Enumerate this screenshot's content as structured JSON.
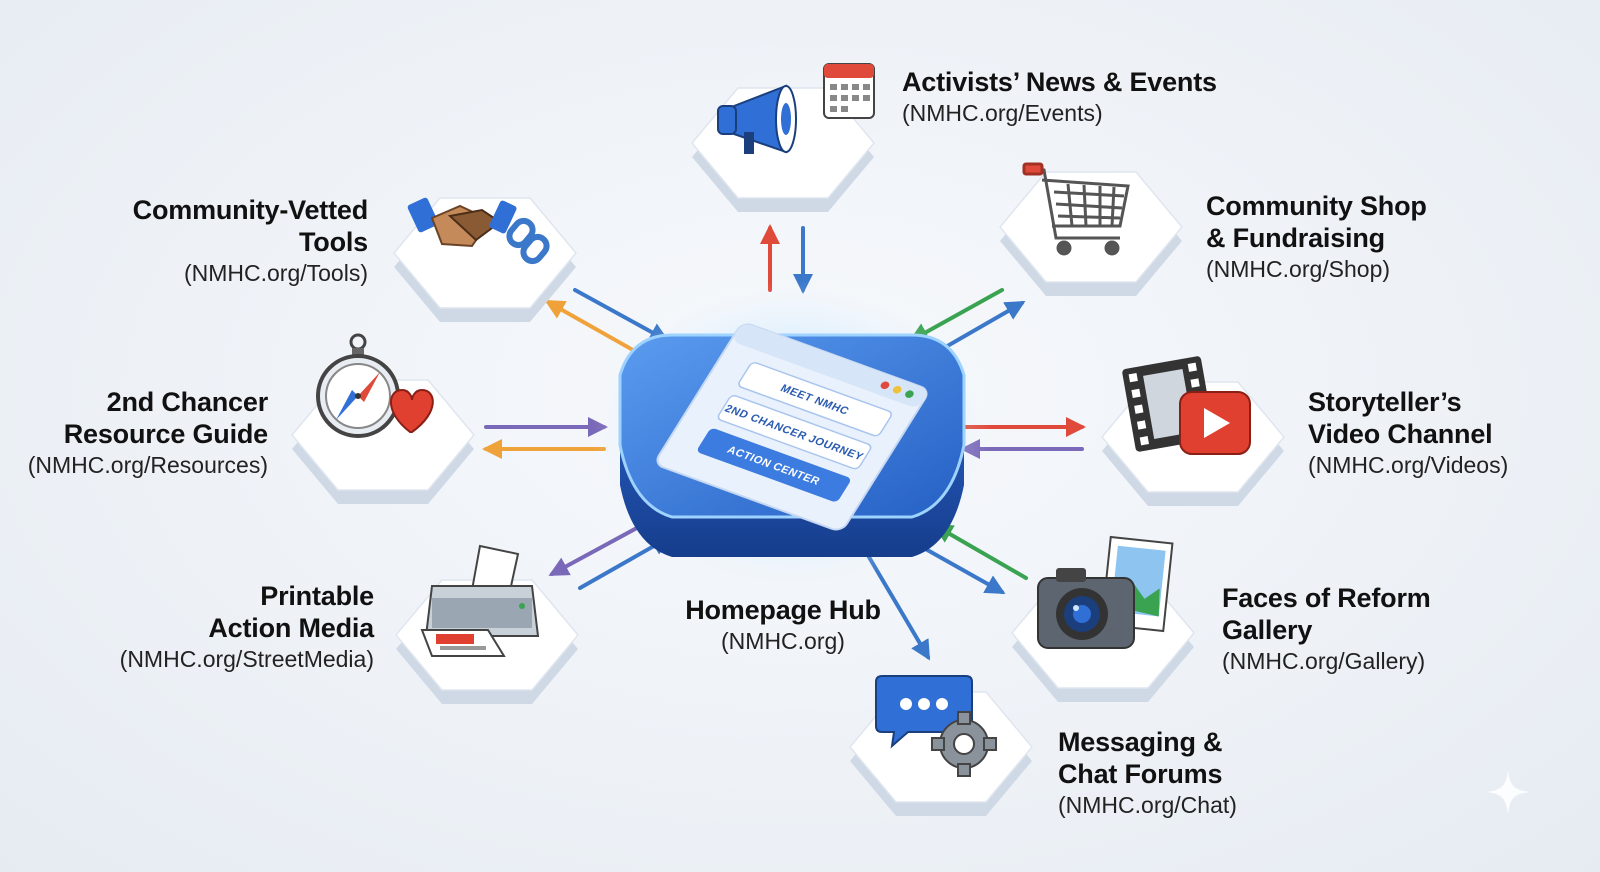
{
  "hub": {
    "title": "Homepage Hub",
    "url": "(NMHC.org)",
    "menu": [
      "MEET NMHC",
      "2ND CHANCER JOURNEY",
      "ACTION CENTER"
    ]
  },
  "nodes": [
    {
      "id": "events",
      "title_lines": [
        "Activists’ News & Events"
      ],
      "url": "(NMHC.org/Events)",
      "icon": "megaphone-calendar-icon"
    },
    {
      "id": "tools",
      "title_lines": [
        "Community-Vetted",
        "Tools"
      ],
      "url": "(NMHC.org/Tools)",
      "icon": "handshake-link-icon"
    },
    {
      "id": "shop",
      "title_lines": [
        "Community Shop",
        "& Fundraising"
      ],
      "url": "(NMHC.org/Shop)",
      "icon": "shopping-cart-icon"
    },
    {
      "id": "resources",
      "title_lines": [
        "2nd Chancer",
        "Resource Guide"
      ],
      "url": "(NMHC.org/Resources)",
      "icon": "compass-heart-icon"
    },
    {
      "id": "videos",
      "title_lines": [
        "Storyteller’s",
        "Video Channel"
      ],
      "url": "(NMHC.org/Videos)",
      "icon": "film-play-icon"
    },
    {
      "id": "streetmedia",
      "title_lines": [
        "Printable",
        "Action Media"
      ],
      "url": "(NMHC.org/StreetMedia)",
      "icon": "printer-icon"
    },
    {
      "id": "gallery",
      "title_lines": [
        "Faces of Reform",
        "Gallery"
      ],
      "url": "(NMHC.org/Gallery)",
      "icon": "camera-picture-icon"
    },
    {
      "id": "chat",
      "title_lines": [
        "Messaging &",
        "Chat Forums"
      ],
      "url": "(NMHC.org/Chat)",
      "icon": "chat-gear-icon"
    }
  ],
  "colors": {
    "hub_blue": "#2f6fd6",
    "hub_glow": "#7cc4ff",
    "arrow_blue": "#3b78c9",
    "arrow_red": "#e04a3a",
    "arrow_orange": "#f0a23a",
    "arrow_purple": "#7a68b8",
    "arrow_green": "#3aa351",
    "tile_face": "#ffffff",
    "tile_side": "#cfd9e6"
  }
}
